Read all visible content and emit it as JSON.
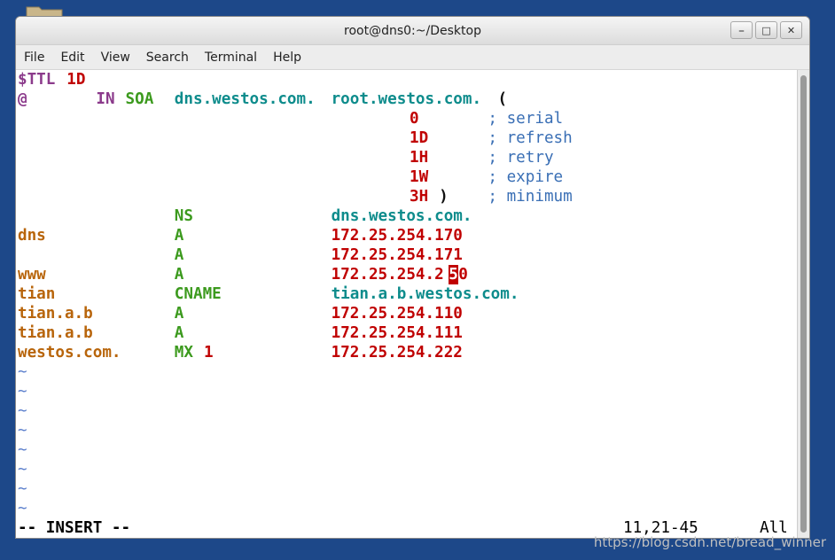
{
  "window": {
    "title": "root@dns0:~/Desktop"
  },
  "menu": [
    "File",
    "Edit",
    "View",
    "Search",
    "Terminal",
    "Help"
  ],
  "window_buttons": {
    "minimize": "⎯",
    "maximize": "□",
    "close": "✕"
  },
  "colors": {
    "purple": "#8b3a8b",
    "red": "#c00000",
    "teal": "#0e8c8c",
    "orange": "#b8650b",
    "green": "#3c9a1e",
    "blue": "#3a6fb5"
  },
  "zone_lines": [
    [
      {
        "t": "$TTL",
        "k": "purple",
        "c": 0
      },
      {
        "t": "1D",
        "k": "red",
        "c": 5
      }
    ],
    [
      {
        "t": "@",
        "k": "purple",
        "c": 0
      },
      {
        "t": "IN",
        "k": "purple",
        "c": 8
      },
      {
        "t": "SOA",
        "k": "green",
        "c": 11
      },
      {
        "t": "dns.westos.com.",
        "k": "teal",
        "c": 16
      },
      {
        "t": "root.westos.com.",
        "k": "teal",
        "c": 32
      },
      {
        "t": "(",
        "k": "black",
        "c": 49
      }
    ],
    [
      {
        "t": "0",
        "k": "red",
        "c": 40
      },
      {
        "t": "; serial",
        "k": "blue",
        "c": 48
      }
    ],
    [
      {
        "t": "1D",
        "k": "red",
        "c": 40
      },
      {
        "t": "; refresh",
        "k": "blue",
        "c": 48
      }
    ],
    [
      {
        "t": "1H",
        "k": "red",
        "c": 40
      },
      {
        "t": "; retry",
        "k": "blue",
        "c": 48
      }
    ],
    [
      {
        "t": "1W",
        "k": "red",
        "c": 40
      },
      {
        "t": "; expire",
        "k": "blue",
        "c": 48
      }
    ],
    [
      {
        "t": "3H",
        "k": "red",
        "c": 40
      },
      {
        "t": ")",
        "k": "black",
        "c": 43
      },
      {
        "t": "; minimum",
        "k": "blue",
        "c": 48
      }
    ],
    [
      {
        "t": "NS",
        "k": "green",
        "c": 16
      },
      {
        "t": "dns.westos.com.",
        "k": "teal",
        "c": 32
      }
    ],
    [
      {
        "t": "dns",
        "k": "orange",
        "c": 0
      },
      {
        "t": "A",
        "k": "green",
        "c": 16
      },
      {
        "t": "172.25.254.170",
        "k": "red",
        "c": 32
      }
    ],
    [
      {
        "t": "A",
        "k": "green",
        "c": 16
      },
      {
        "t": "172.25.254.171",
        "k": "red",
        "c": 32
      }
    ],
    [
      {
        "t": "www",
        "k": "orange",
        "c": 0
      },
      {
        "t": "A",
        "k": "green",
        "c": 16
      },
      {
        "t": "172.25.254.2",
        "k": "red",
        "c": 32
      },
      {
        "t": "5",
        "k": "cursor",
        "c": 44
      },
      {
        "t": "0",
        "k": "red",
        "c": 45
      }
    ],
    [
      {
        "t": "tian",
        "k": "orange",
        "c": 0
      },
      {
        "t": "CNAME",
        "k": "green",
        "c": 16
      },
      {
        "t": "tian.a.b.westos.com.",
        "k": "teal",
        "c": 32
      }
    ],
    [
      {
        "t": "tian.a.b",
        "k": "orange",
        "c": 0
      },
      {
        "t": "A",
        "k": "green",
        "c": 16
      },
      {
        "t": "172.25.254.110",
        "k": "red",
        "c": 32
      }
    ],
    [
      {
        "t": "tian.a.b",
        "k": "orange",
        "c": 0
      },
      {
        "t": "A",
        "k": "green",
        "c": 16
      },
      {
        "t": "172.25.254.111",
        "k": "red",
        "c": 32
      }
    ],
    [
      {
        "t": "westos.com.",
        "k": "orange",
        "c": 0
      },
      {
        "t": "MX",
        "k": "green",
        "c": 16
      },
      {
        "t": "1",
        "k": "red",
        "c": 19
      },
      {
        "t": "172.25.254.222",
        "k": "red",
        "c": 32
      }
    ]
  ],
  "tilde_lines": [
    "~",
    "~",
    "~",
    "~",
    "~",
    "~",
    "~",
    "~"
  ],
  "status": {
    "mode": "-- INSERT --",
    "position": "11,21-45",
    "scroll": "All"
  },
  "watermark": "https://blog.csdn.net/bread_winner"
}
